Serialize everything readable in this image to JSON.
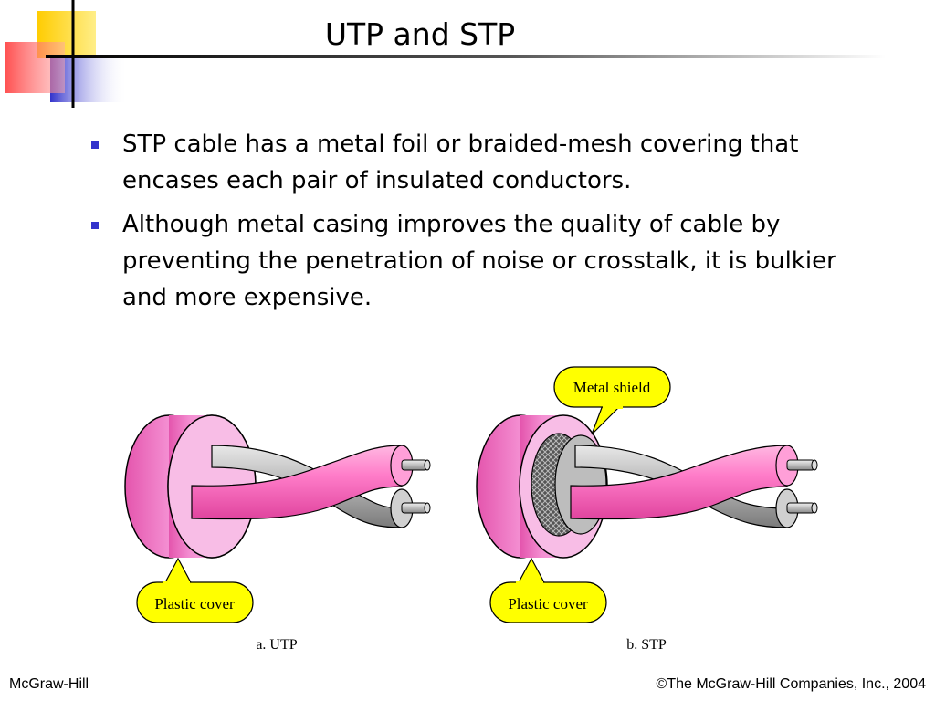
{
  "slide": {
    "title": "UTP and STP",
    "bullets": [
      {
        "text": "STP cable has a metal foil or braided-mesh covering that encases each pair of insulated conductors."
      },
      {
        "text": "Although metal casing improves the quality of cable by preventing the penetration of noise or crosstalk, it is bulkier and more expensive."
      }
    ]
  },
  "figure": {
    "utp": {
      "callout": "Plastic cover",
      "caption": "a. UTP"
    },
    "stp": {
      "callout_cover": "Plastic cover",
      "callout_shield": "Metal shield",
      "caption": "b. STP"
    }
  },
  "footer": {
    "left": "McGraw-Hill",
    "right": "©The McGraw-Hill Companies, Inc., 2004"
  },
  "colors": {
    "bullet": "#3333cc",
    "cable_pink": "#ff79c8",
    "cover_pink": "#f090d8",
    "callout_yellow": "#ffff00",
    "conductor_gray": "#aaaaaa"
  },
  "icons": {
    "logo": "decorative-squares-logo",
    "bullet": "square-bullet-icon"
  }
}
